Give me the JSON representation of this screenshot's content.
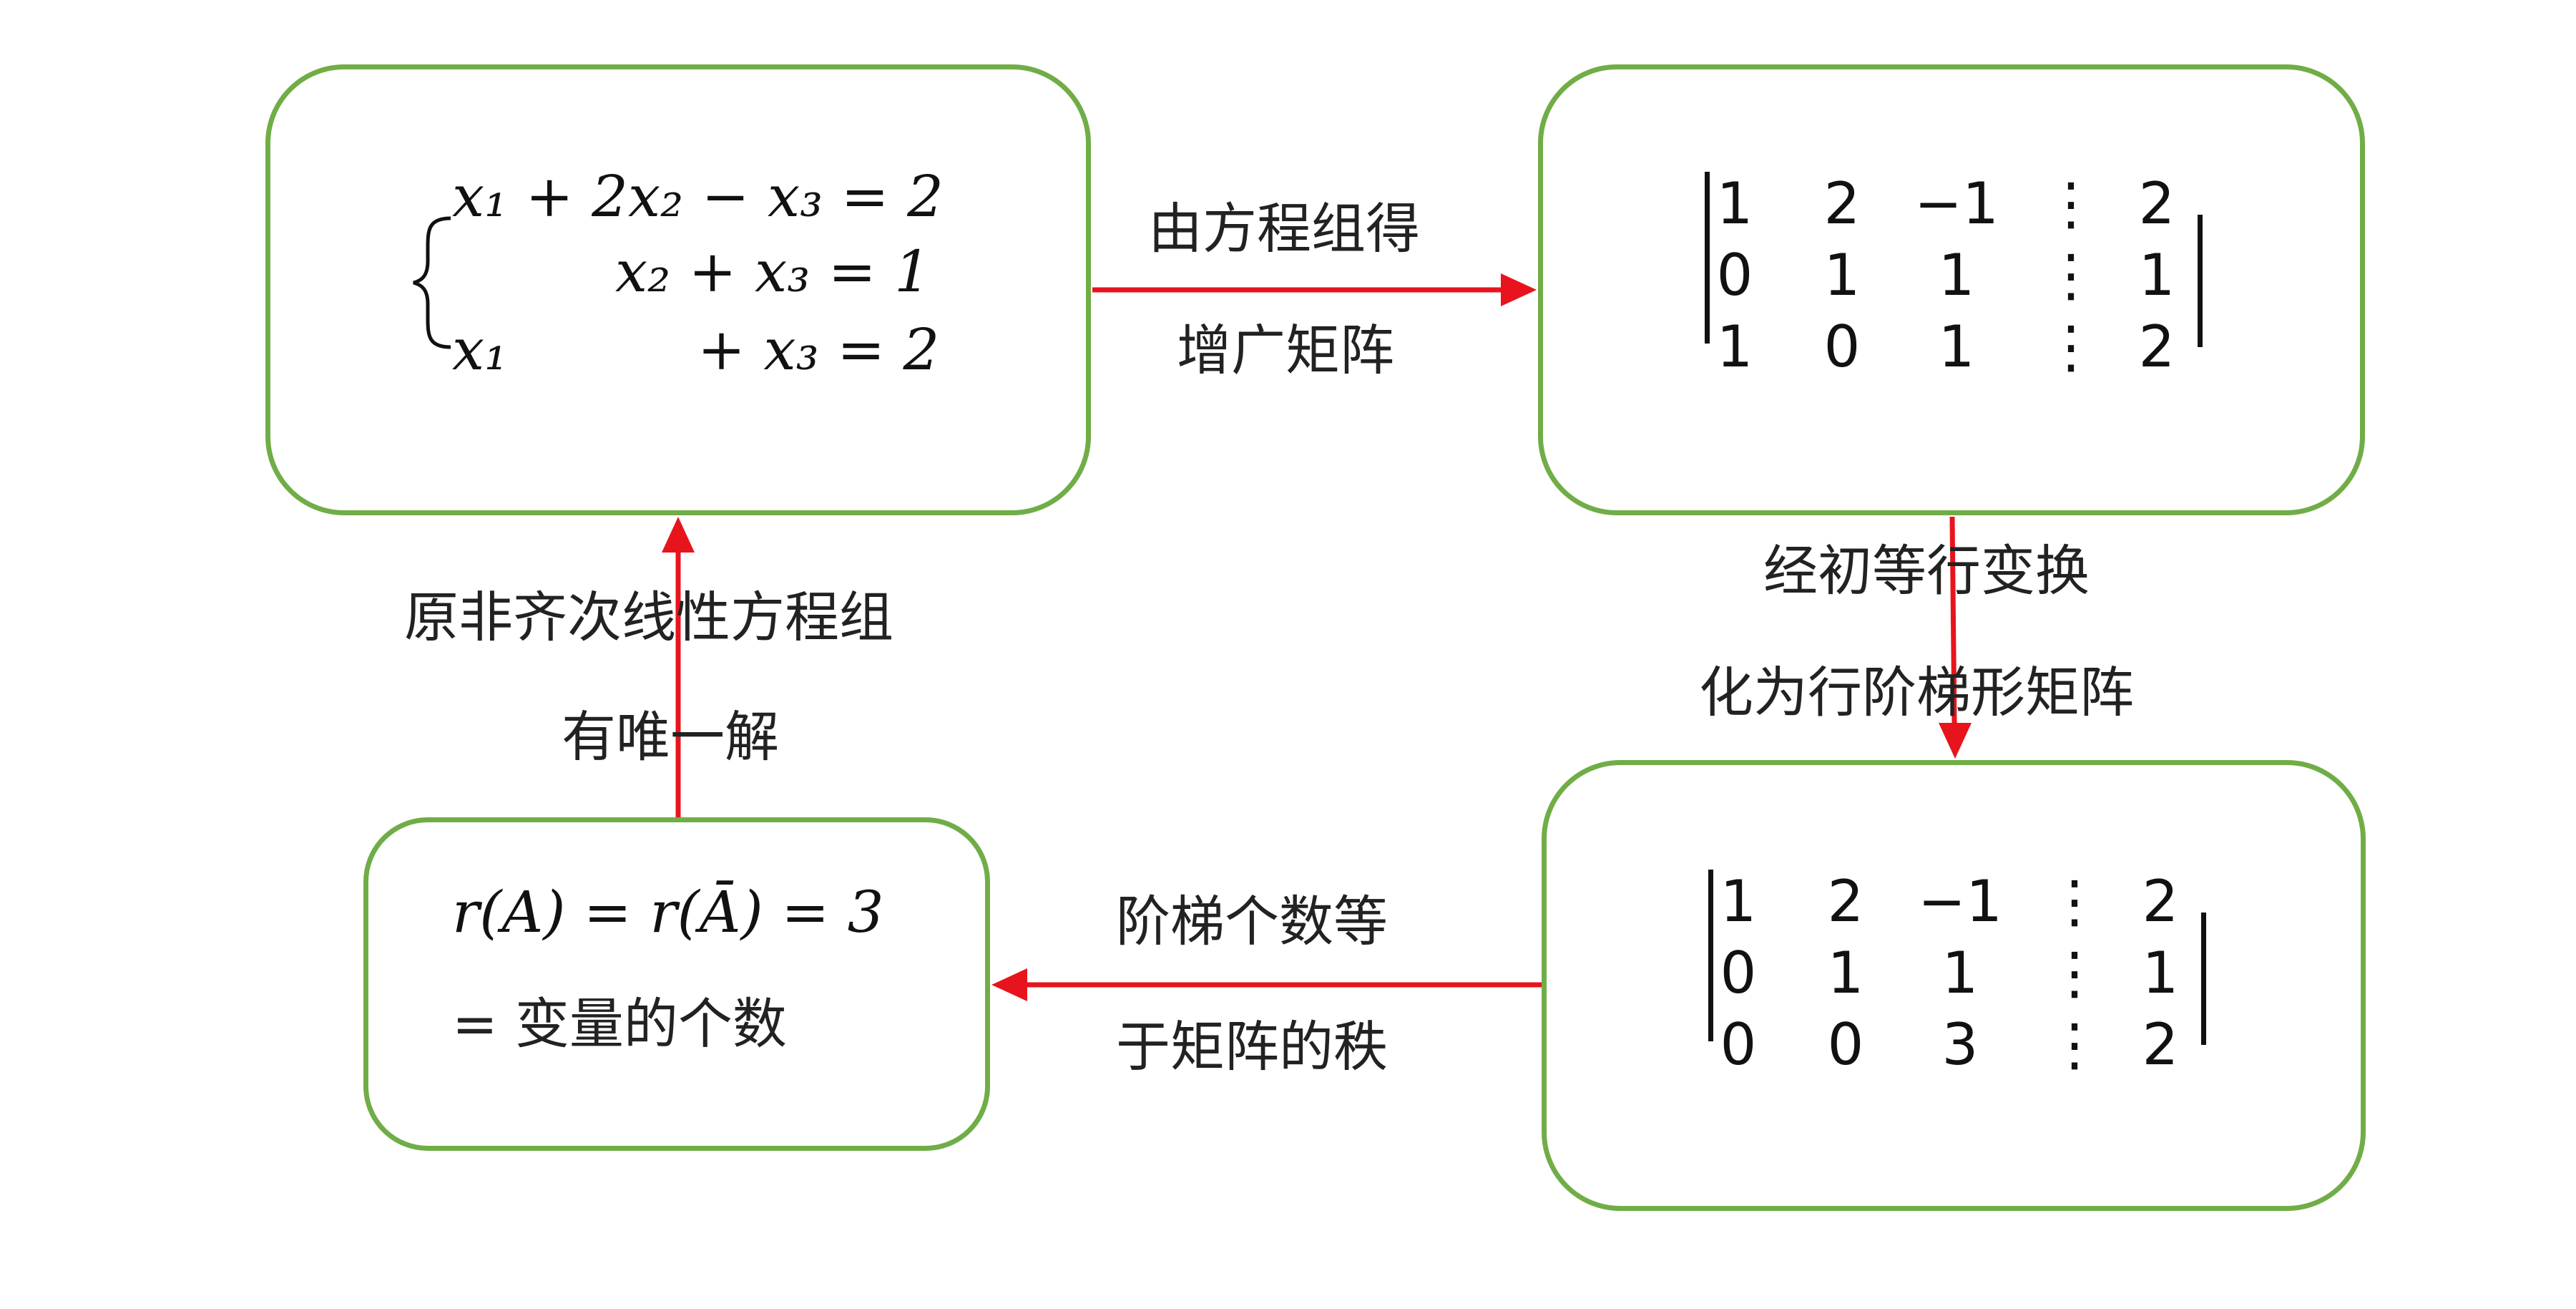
{
  "system": {
    "eq1": "x₁ + 2x₂ − x₃ = 2",
    "eq2": "x₂ + x₃ = 1",
    "eq3_left": "x₁",
    "eq3_right": "+ x₃ = 2"
  },
  "arrow_right_label": {
    "line1": "由方程组得",
    "line2": "增广矩阵"
  },
  "augmented_matrix": {
    "rows": [
      [
        "1",
        "2",
        "−1",
        "⋮",
        "2"
      ],
      [
        "0",
        "1",
        "1",
        "⋮",
        "1"
      ],
      [
        "1",
        "0",
        "1",
        "⋮",
        "2"
      ]
    ]
  },
  "arrow_down_label": {
    "line1": "经初等行变换",
    "line2": "化为行阶梯形矩阵"
  },
  "echelon_matrix": {
    "rows": [
      [
        "1",
        "2",
        "−1",
        "⋮",
        "2"
      ],
      [
        "0",
        "1",
        "1",
        "⋮",
        "1"
      ],
      [
        "0",
        "0",
        "3",
        "⋮",
        "2"
      ]
    ]
  },
  "arrow_left_label": {
    "line1": "阶梯个数等",
    "line2": "于矩阵的秩"
  },
  "rank_box": {
    "line1": "r(A) = r(Ā) = 3",
    "line2": "= 变量的个数"
  },
  "arrow_up_label": {
    "line1": "原非齐次线性方程组",
    "line2": "有唯一解"
  },
  "colors": {
    "box_border": "#70ad47",
    "arrow": "#e8141d",
    "text": "#111111"
  }
}
